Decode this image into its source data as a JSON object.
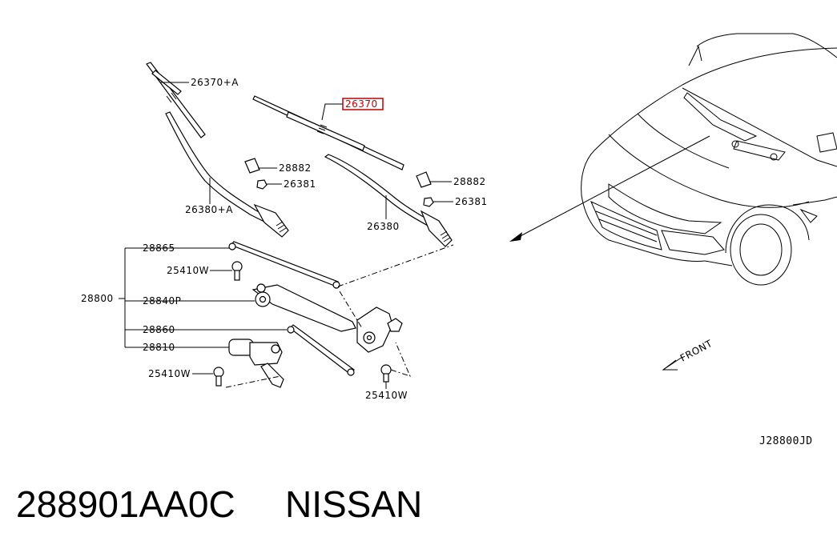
{
  "labels": {
    "blade_lh": "26370+A",
    "blade_rh": "26370",
    "cap_lh": "28882",
    "cap_rh": "28882",
    "nut_lh": "26381",
    "nut_rh": "26381",
    "arm_lh": "26380+A",
    "arm_rh": "26380",
    "link_assembly": "28800",
    "rod_upper": "28865",
    "bolt_upper": "25410W",
    "pivot": "28840P",
    "rod_lower": "28860",
    "motor": "28810",
    "bolt_lower_left": "25410W",
    "bolt_lower_right": "25410W",
    "front_arrow": "FRONT"
  },
  "highlight_color": "#c00000",
  "diagram_code": "J28800JD",
  "footer": {
    "part_number": "288901AA0C",
    "brand": "NISSAN"
  }
}
